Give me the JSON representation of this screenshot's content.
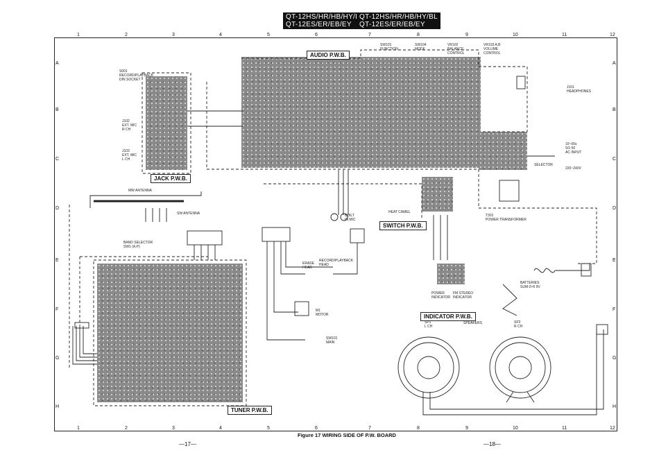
{
  "header": {
    "left_line1": "QT-12HS/HR/HB/HY/BL",
    "left_line2": "QT-12ES/ER/EB/EY",
    "right_line1": "QT-12HS/HR/HB/HY/BL",
    "right_line2": "QT-12ES/ER/EB/EY"
  },
  "grid": {
    "columns": [
      "1",
      "2",
      "3",
      "4",
      "5",
      "6",
      "7",
      "8",
      "9",
      "10",
      "11",
      "12"
    ],
    "rows": [
      "A",
      "B",
      "C",
      "D",
      "E",
      "F",
      "G",
      "H"
    ]
  },
  "boards": {
    "audio": "AUDIO P.W.B.",
    "jack": "JACK P.W.B.",
    "switch": "SWITCH P.W.B.",
    "indicator": "INDICATOR P.W.B.",
    "tuner": "TUNER P.W.B."
  },
  "labels": {
    "sw101": "SW101\nFUNCTION",
    "sw104": "SW104\nMODE",
    "vr102": "VR102\nBALANCE\nCONTROL",
    "vr103": "VR103 A,B\nVOLUME\nCONTROL",
    "j101": "J101\nHEADPHONES",
    "s001": "S001\nRECORD/PLAYBACK\nDIN SOCKET",
    "j102": "J102\nEXT. MIC\nR CH",
    "j103": "J103\nEXT. MIC\nL CH",
    "ac_input": "10~00s\nSO 50\nAC INPUT",
    "selector": "SELECTOR",
    "voltage": "220~240V",
    "mw_antenna": "MW ANTENNA",
    "sw_antenna": "SW ANTENNA",
    "band_selector": "BAND SELECTOR\nSW1 (A,P)",
    "power_transformer": "T301\nPOWER TRANSFORMER",
    "batteries": "BATTERIES\nSUM-2×6 9V",
    "power_indicator": "POWER\nINDICATOR",
    "fm_stereo": "FM STEREO\nINDICATOR",
    "speakers": "SPEAKERS",
    "sp1": "SP1\nL CH",
    "sp2": "SP2\nR CH",
    "motor": "M1\nMOTOR",
    "sw101m": "SW101\nMAIN",
    "erase_head": "ERASE\nHEAD",
    "rp_head": "RECORD/PLAYBACK\nHEAD",
    "built_in_mic": "BUILT\nIN MIC",
    "heat_camel": "HEAT CAMEL"
  },
  "caption": "Figure 17  WIRING SIDE OF P.W. BOARD",
  "page_left": "—17—",
  "page_right": "—18—"
}
